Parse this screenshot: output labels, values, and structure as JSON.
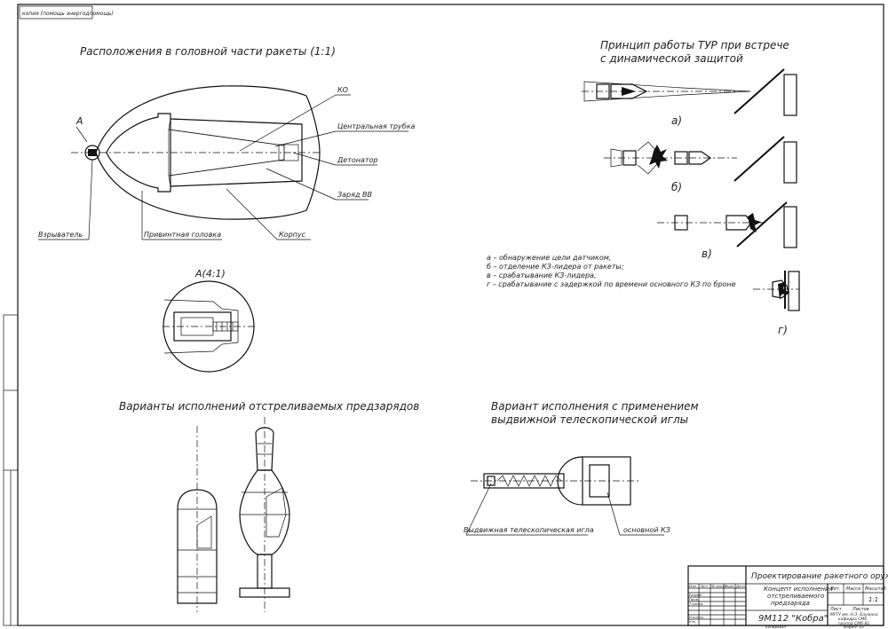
{
  "stamp": "копия (помощь энергодпомощь)",
  "sections": {
    "placement_title": "Расположения в головной части ракеты (1:1)",
    "principle_title_1": "Принцип работы ТУР при встрече",
    "principle_title_2": "с динамической защитой",
    "variants_title": "Варианты исполнений отстреливаемых предзарядов",
    "needle_title_1": "Вариант исполнения с применением",
    "needle_title_2": "выдвижной телескопической иглы"
  },
  "callouts": {
    "ko": "КО",
    "central_tube": "Центральная трубка",
    "detonator": "Детонатор",
    "charge": "Заряд ВВ",
    "fuze": "Взрыватель",
    "screw_head": "Привинтная головка",
    "body": "Корпус",
    "view_a": "А",
    "detail_a": "А(4:1)",
    "needle": "Выдвижная телескопическая игла",
    "main_charge": "основной КЗ"
  },
  "stage_labels": [
    "а)",
    "б)",
    "в)",
    "г)"
  ],
  "legend": [
    "а – обнаружение цели датчиком,",
    "б – отделение КЗ-лидера от ракеты;",
    "в – срабатывание КЗ-лидера,",
    "г – срабатывание с задержкой по времени основного КЗ по броне"
  ],
  "title_block": {
    "header": "Проектирование ракетного оружия",
    "doc_title_1": "Концепт исполнения",
    "doc_title_2": "отстреливаемого",
    "doc_title_3": "предзаряда",
    "designation": "9М112 \"Кобра\"",
    "col_lit": "Лит.",
    "col_mass": "Масса",
    "col_scale": "Масштаб",
    "scale": "1:1",
    "sheet": "Лист",
    "sheets": "Листов",
    "org_1": "МГТУ им. Н.Э. Баумана",
    "org_2": "кафедра СМ6",
    "org_3": "группа СМ6-81",
    "rows": [
      "Изм.",
      "Лист",
      "№ докум.",
      "Подп.",
      "Дата"
    ],
    "roles": [
      "Разраб.",
      "Пров.",
      "Т.контр.",
      "Н.контр.",
      "Утв."
    ],
    "copied": "Копировал",
    "format": "Формат А3"
  }
}
